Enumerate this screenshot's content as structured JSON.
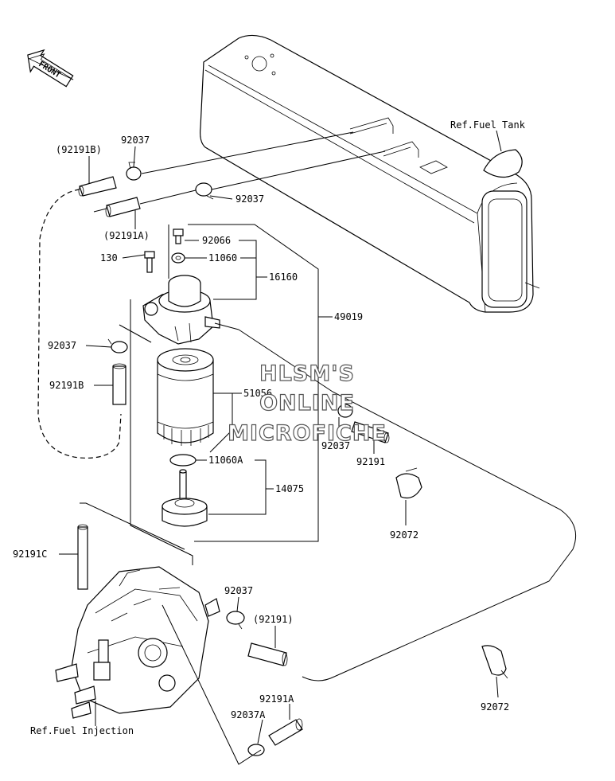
{
  "front_badge": "FRONT",
  "refs": {
    "fuel_tank": "Ref.Fuel Tank",
    "fuel_injection": "Ref.Fuel Injection"
  },
  "watermark": [
    "HLSM'S",
    "ONLINE",
    "MICROFICHE"
  ],
  "labels": {
    "l92191B_paren": "(92191B)",
    "l92037_top": "92037",
    "l92037_tank": "92037",
    "l92191A_paren": "(92191A)",
    "l92066": "92066",
    "l130": "130",
    "l11060": "11060",
    "l16160": "16160",
    "l49019": "49019",
    "l92037_left": "92037",
    "l92191B": "92191B",
    "l51056": "51056",
    "l92037_mid": "92037",
    "l92191": "92191",
    "l11060A": "11060A",
    "l14075": "14075",
    "l92072_mid": "92072",
    "l92191C": "92191C",
    "l92037_pump": "92037",
    "l92191_paren": "(92191)",
    "l92191A": "92191A",
    "l92037A": "92037A",
    "l92072_bot": "92072"
  },
  "colors": {
    "ink": "#000000",
    "watermark_outline": "#555555"
  }
}
